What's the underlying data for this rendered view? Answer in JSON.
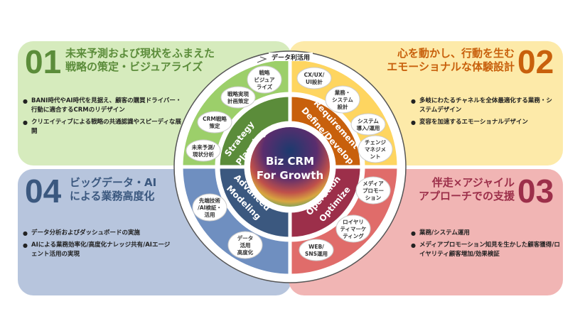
{
  "colors": {
    "green": "#5b8c3a",
    "orange": "#c8600c",
    "blue": "#3b587f",
    "red": "#9c2f4a"
  },
  "q1": {
    "num": "01",
    "title1": "未来予測および現状をふまえた",
    "title2": "戦略の策定・ビジュアライズ",
    "bullets": [
      "BANI時代やAI時代を見据え、顧客の購買ドライバー・行動に適合するCRMのリデザイン",
      "クリエイティブによる戦略の共通認識やスピーディな展開"
    ]
  },
  "q2": {
    "num": "02",
    "title1": "心を動かし、行動を生む",
    "title2": "エモーショナルな体験設計",
    "bullets": [
      "多岐にわたるチャネルを全体最適化する業務・システムデザイン",
      "変容を加速するエモーショナルデザイン"
    ]
  },
  "q3": {
    "num": "03",
    "title1": "伴走×アジャイル",
    "title2": "アプローチでの支援",
    "bullets": [
      "業務/システム運用",
      "メディアプロモーション知見を生かした顧客獲得/ロイヤリティ顧客増加/効果検証"
    ]
  },
  "q4": {
    "num": "04",
    "title1": "ビッグデータ・AI",
    "title2": "による業務高度化",
    "bullets": [
      "データ分析およびダッシュボードの実施",
      "AIによる業務効率化/高度化ナレッジ共有/AIエージェント活用の実現"
    ]
  },
  "wheel": {
    "top_label": "データ利活用",
    "center1": "Biz CRM",
    "center2": "For Growth",
    "bands": {
      "strategy": [
        "Strategy",
        "Planning"
      ],
      "requirement": [
        "Requirement",
        "Define/Develop"
      ],
      "advanced": [
        "Advanced",
        "Modeling"
      ],
      "operation": [
        "Operation",
        "Optimize"
      ]
    },
    "bubbles": [
      [
        "戦略",
        "ビジュア",
        "ライズ"
      ],
      [
        "戦略実現",
        "計画策定"
      ],
      [
        "CRM戦略",
        "策定"
      ],
      [
        "未来予測/",
        "現状分析"
      ],
      [
        "CX/UX/",
        "UI設計"
      ],
      [
        "業務・",
        "システム",
        "設計"
      ],
      [
        "システム",
        "導入/運用"
      ],
      [
        "チェンジ",
        "マネジメ",
        "ント"
      ],
      [
        "先端技術",
        "/AI検証・",
        "活用"
      ],
      [
        "データ",
        "活用",
        "高度化"
      ],
      [
        "メディア",
        "プロモー",
        "ション"
      ],
      [
        "ロイヤリ",
        "ティマーケ",
        "ティング"
      ],
      [
        "WEB/",
        "SNS運用"
      ]
    ]
  }
}
